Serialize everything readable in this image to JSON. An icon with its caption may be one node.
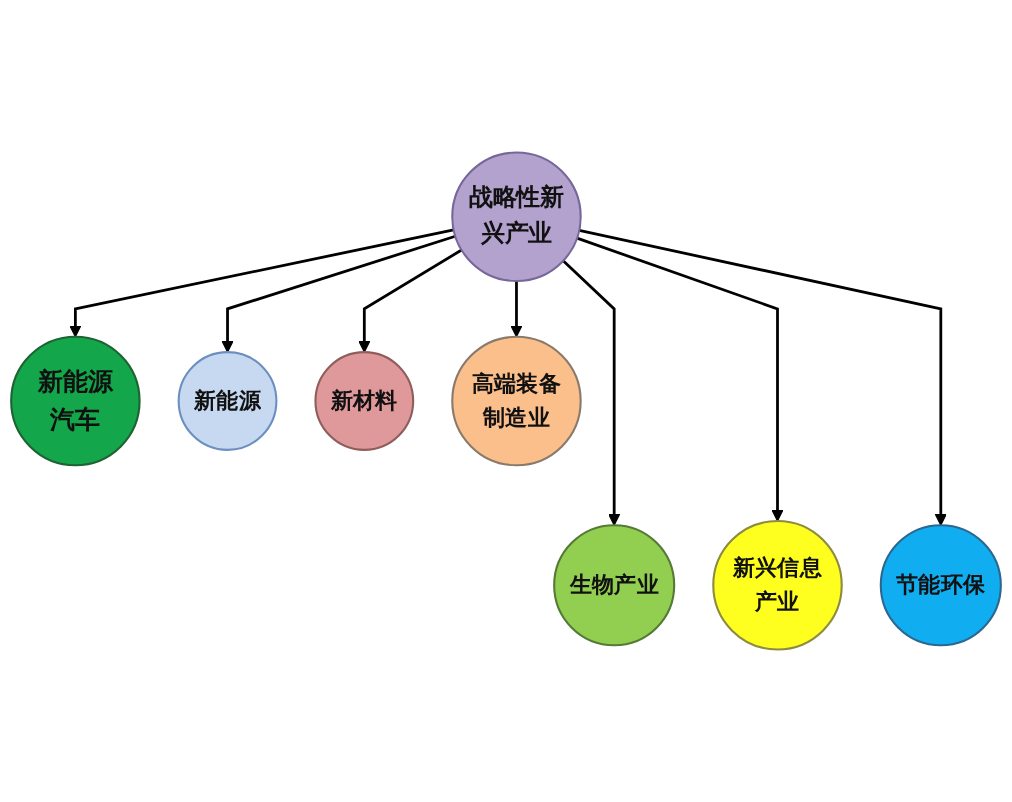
{
  "diagram": {
    "nodes": [
      {
        "text": [
          "新能源"
        ]
      },
      {
        "text": [
          "新材料"
        ]
      },
      {
        "text": [
          "新能源汽车"
        ]
      },
      {
        "text": [
          "战略性新兴产业"
        ]
      },
      {
        "text": [
          "高端装备制造业"
        ]
      },
      {
        "text": [
          "生物产业"
        ]
      },
      {
        "text": [
          "新兴信息产业"
        ]
      },
      {
        "text": [
          "节能环保"
        ]
      }
    ],
    "edges": [
      {
        "from": 3,
        "to": 0,
        "arrow": "to"
      },
      {
        "from": 3,
        "to": 1,
        "arrow": "to"
      },
      {
        "from": 3,
        "to": 2,
        "arrow": "to"
      },
      {
        "from": 3,
        "to": 4,
        "arrow": "to"
      },
      {
        "from": 3,
        "to": 5,
        "arrow": "to"
      },
      {
        "from": 3,
        "to": 6,
        "arrow": "to"
      },
      {
        "from": 3,
        "to": 7,
        "arrow": "to"
      }
    ]
  }
}
